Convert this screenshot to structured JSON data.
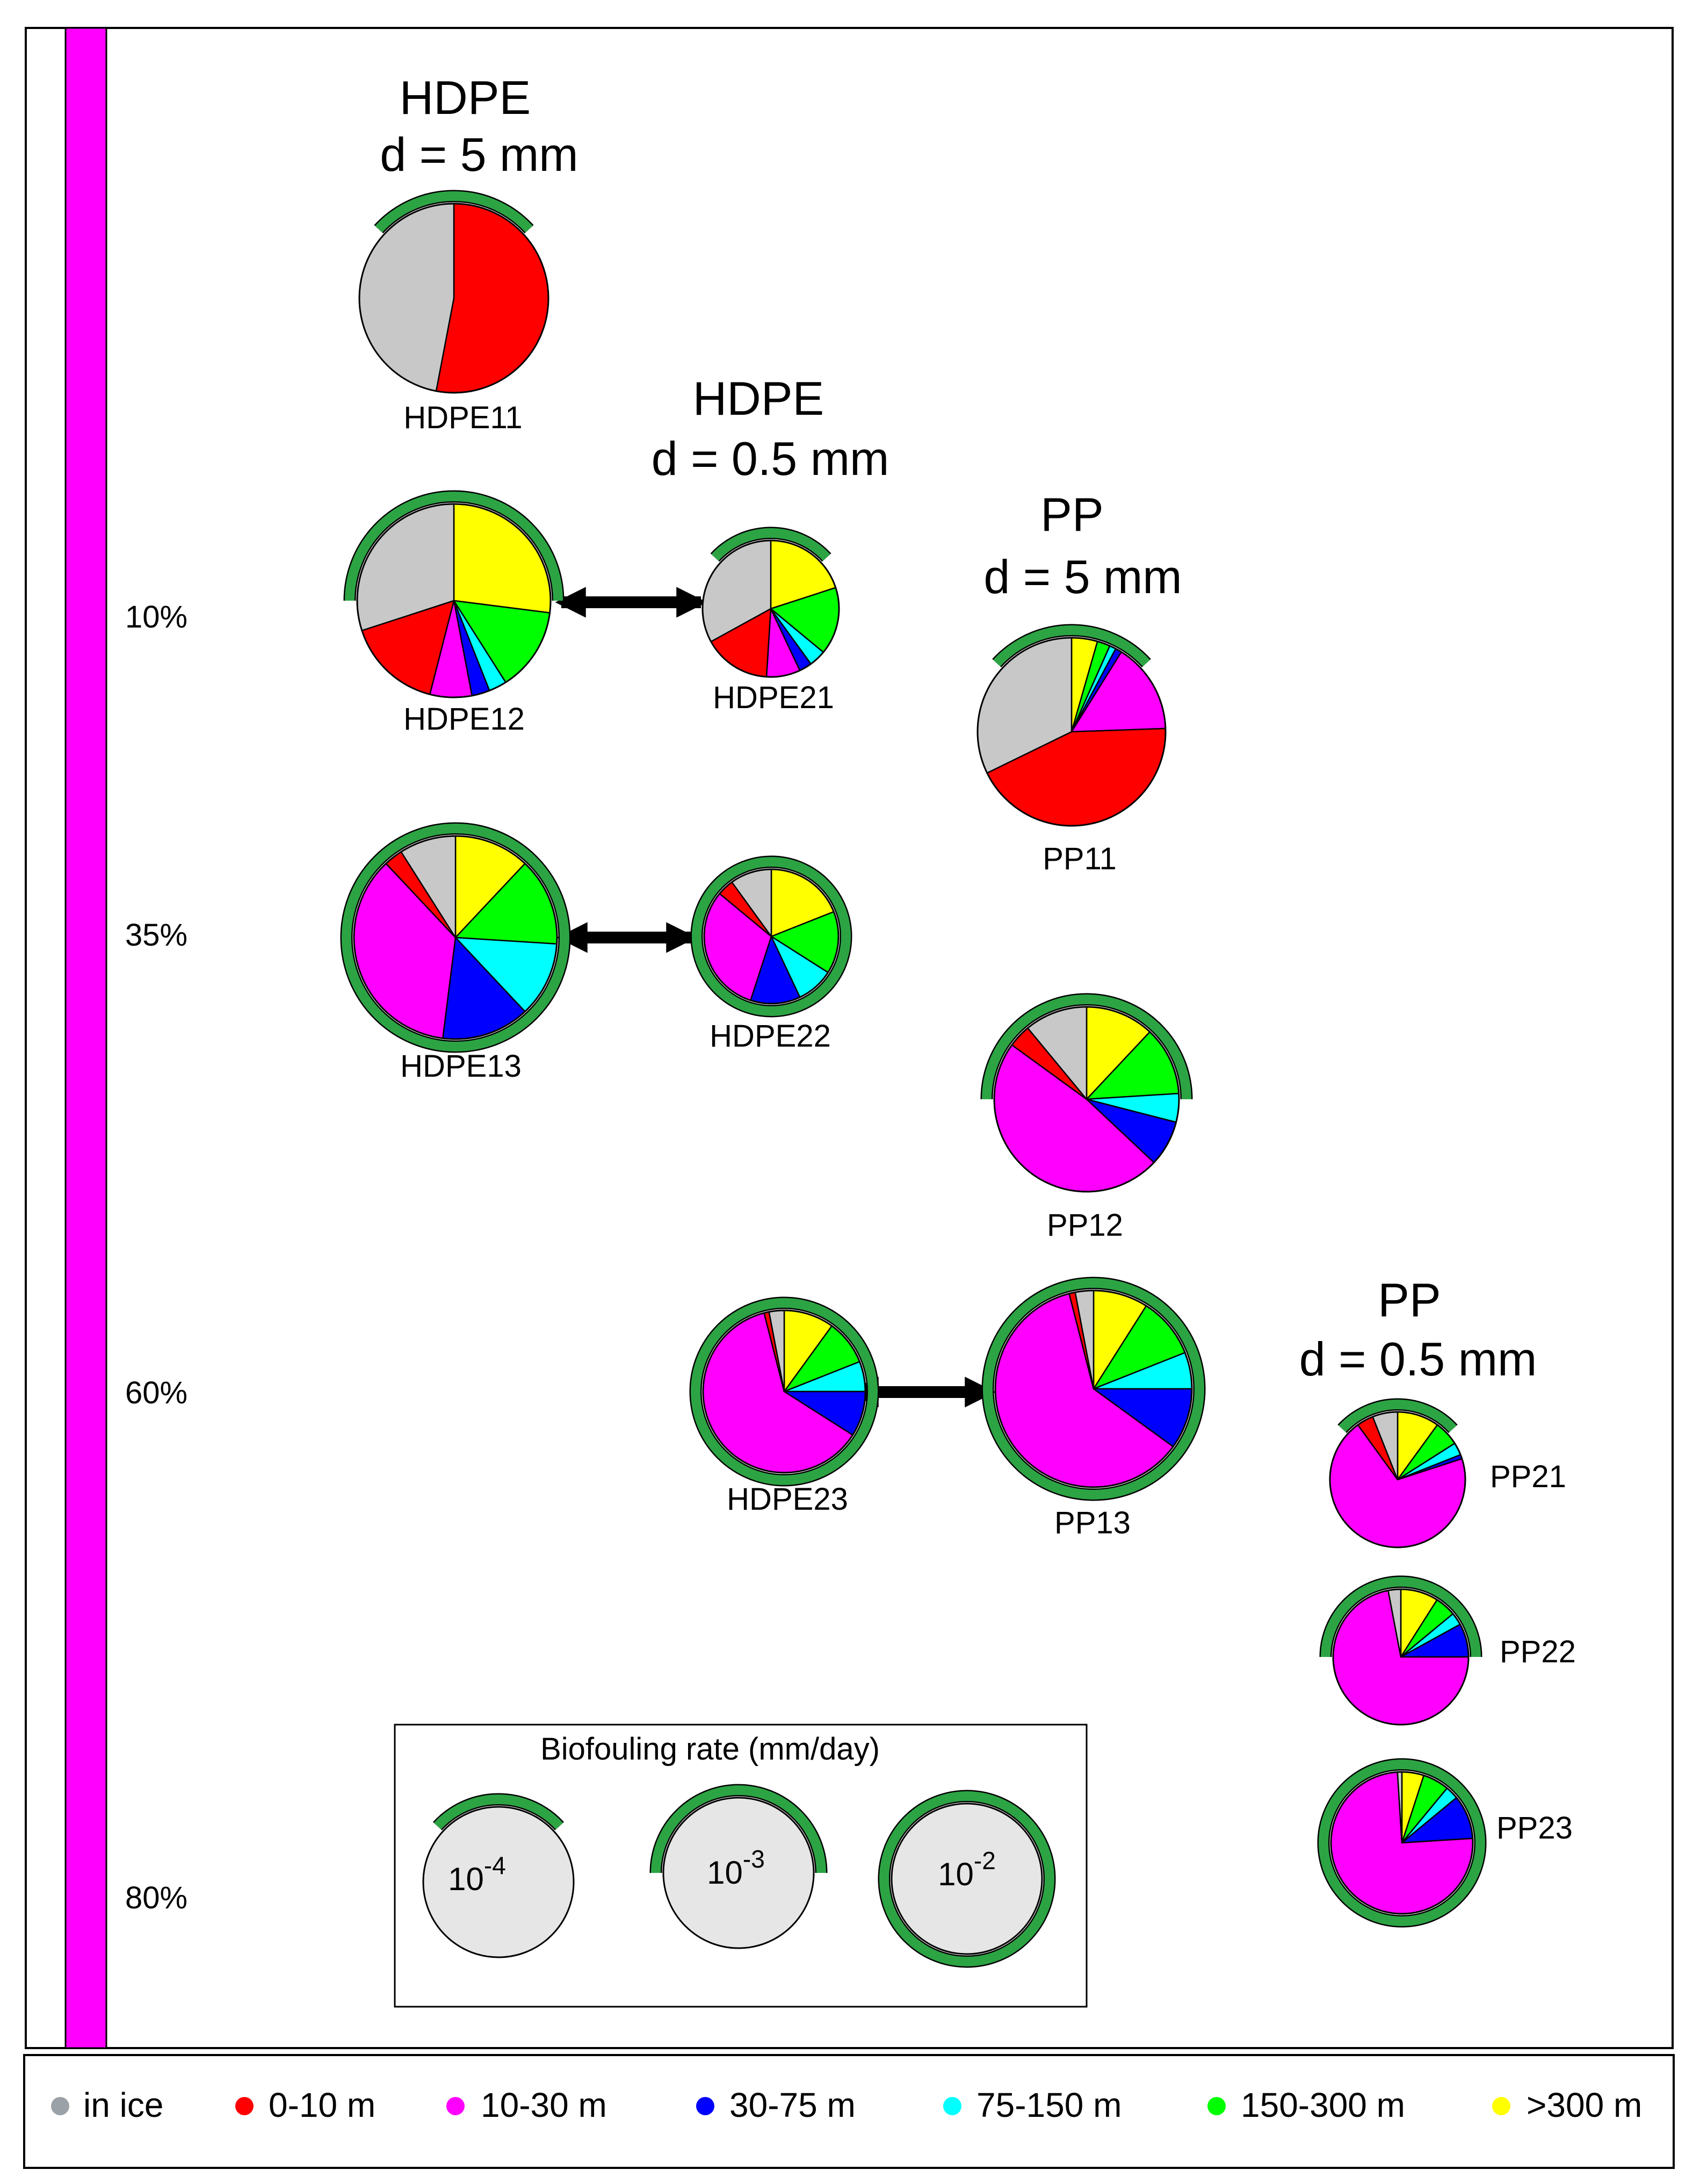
{
  "chart_data": {
    "type": "pie",
    "categories": [
      "in ice",
      "0-10 m",
      "10-30 m",
      "30-75 m",
      "75-150 m",
      "150-300 m",
      ">300 m"
    ],
    "colors": [
      "#c8c8c8",
      "#ff0000",
      "#ff00ff",
      "#0000ff",
      "#00ffff",
      "#00ff00",
      "#ffff00"
    ],
    "legend_marker_colors": [
      "#9aa2a8",
      "#ff0000",
      "#ff00ff",
      "#0000ff",
      "#00ffff",
      "#00ff00",
      "#ffff00"
    ],
    "ring_color": "#2ca444",
    "bar_color": "#ff00ff",
    "depth_labels": [
      "10%",
      "35%",
      "60%",
      "80%"
    ],
    "groups": [
      {
        "name": "HDPE",
        "subtitle": "d = 5 mm"
      },
      {
        "name": "HDPE",
        "subtitle": "d = 0.5 mm"
      },
      {
        "name": "PP",
        "subtitle": "d = 5 mm"
      },
      {
        "name": "PP",
        "subtitle": "d = 0.5 mm"
      }
    ],
    "pies": [
      {
        "name": "HDPE11",
        "fractions": [
          0.47,
          0.53,
          0,
          0,
          0,
          0,
          0
        ],
        "biofouling_rate": 0.0001
      },
      {
        "name": "HDPE12",
        "fractions": [
          0.3,
          0.16,
          0.07,
          0.03,
          0.03,
          0.14,
          0.27
        ],
        "biofouling_rate": 0.001
      },
      {
        "name": "HDPE21",
        "fractions": [
          0.33,
          0.16,
          0.08,
          0.03,
          0.04,
          0.16,
          0.2
        ],
        "biofouling_rate": 0.0001
      },
      {
        "name": "PP11",
        "fractions": [
          0.29,
          0.39,
          0.14,
          0.01,
          0.01,
          0.02,
          0.04
        ],
        "biofouling_rate": 0.0001
      },
      {
        "name": "HDPE13",
        "fractions": [
          0.09,
          0.03,
          0.36,
          0.14,
          0.12,
          0.14,
          0.12
        ],
        "biofouling_rate": 0.01
      },
      {
        "name": "HDPE22",
        "fractions": [
          0.1,
          0.04,
          0.31,
          0.12,
          0.09,
          0.15,
          0.19
        ],
        "biofouling_rate": 0.01
      },
      {
        "name": "PP12",
        "fractions": [
          0.11,
          0.04,
          0.48,
          0.08,
          0.05,
          0.12,
          0.12
        ],
        "biofouling_rate": 0.001
      },
      {
        "name": "HDPE23",
        "fractions": [
          0.03,
          0.01,
          0.62,
          0.09,
          0.06,
          0.09,
          0.1
        ],
        "biofouling_rate": 0.01
      },
      {
        "name": "PP13",
        "fractions": [
          0.03,
          0.01,
          0.61,
          0.1,
          0.06,
          0.1,
          0.09
        ],
        "biofouling_rate": 0.01
      },
      {
        "name": "PP21",
        "fractions": [
          0.06,
          0.04,
          0.7,
          0.01,
          0.03,
          0.06,
          0.1
        ],
        "biofouling_rate": 0.0001
      },
      {
        "name": "PP22",
        "fractions": [
          0.03,
          0.0,
          0.72,
          0.08,
          0.03,
          0.05,
          0.09
        ],
        "biofouling_rate": 0.001
      },
      {
        "name": "PP23",
        "fractions": [
          0.01,
          0.0,
          0.75,
          0.1,
          0.03,
          0.06,
          0.05
        ],
        "biofouling_rate": 0.01
      }
    ],
    "arrows": [
      [
        "HDPE12",
        "HDPE21"
      ],
      [
        "HDPE13",
        "HDPE22"
      ],
      [
        "HDPE23",
        "PP13"
      ]
    ],
    "inset": {
      "title": "Biofouling rate (mm/day)",
      "items": [
        {
          "base": "10",
          "exp": "-4",
          "value": 0.0001
        },
        {
          "base": "10",
          "exp": "-3",
          "value": 0.001
        },
        {
          "base": "10",
          "exp": "-2",
          "value": 0.01
        }
      ]
    }
  }
}
